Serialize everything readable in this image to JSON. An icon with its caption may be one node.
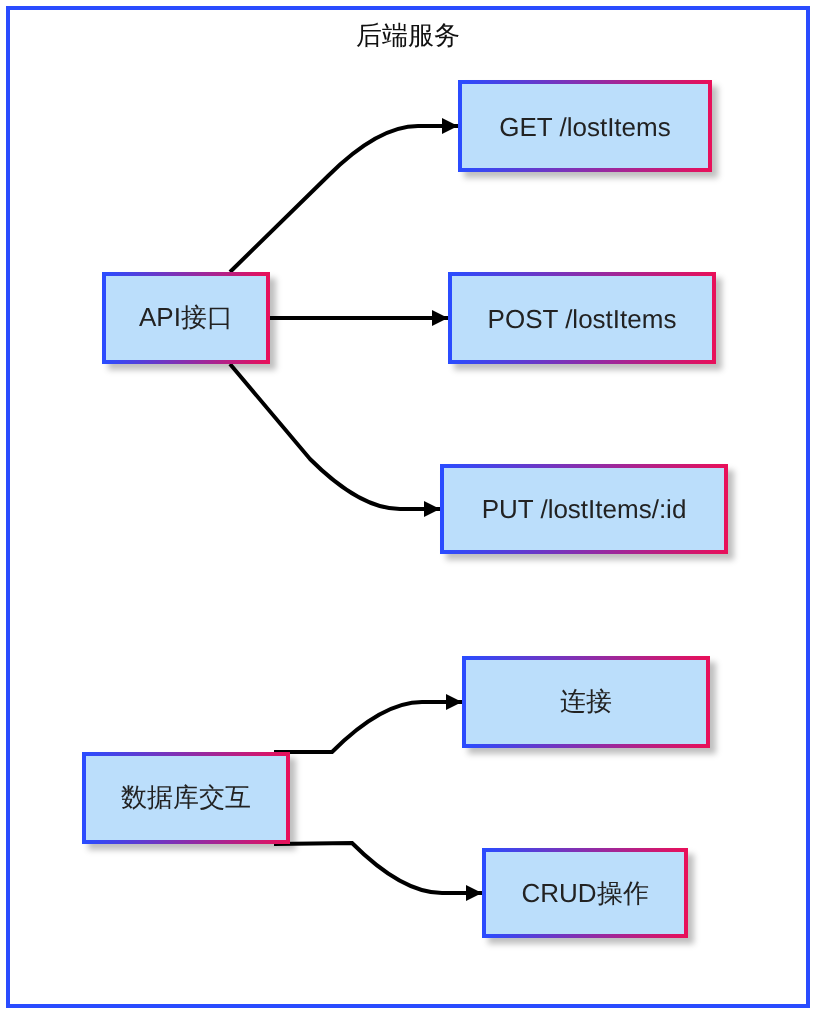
{
  "diagram": {
    "nodes": [
      {
        "text": [
          "后端服务"
        ]
      },
      {
        "text": [
          "API接口"
        ],
        "in": 0
      },
      {
        "text": [
          "GET /lostItems"
        ],
        "in": 0
      },
      {
        "text": [
          "POST /lostItems"
        ],
        "in": 0
      },
      {
        "text": [
          "PUT /lostItems/:id"
        ],
        "in": 0
      },
      {
        "text": [
          "数据库交互"
        ],
        "in": 0
      },
      {
        "text": [
          "连接"
        ],
        "in": 0
      },
      {
        "text": [
          "CRUD操作"
        ],
        "in": 0
      }
    ],
    "edges": [
      {
        "from": 1,
        "to": 2,
        "arrow": "to"
      },
      {
        "from": 1,
        "to": 3,
        "arrow": "to"
      },
      {
        "from": 1,
        "to": 4,
        "arrow": "to"
      },
      {
        "from": 5,
        "to": 6,
        "arrow": "to"
      },
      {
        "from": 5,
        "to": 7,
        "arrow": "to"
      }
    ]
  }
}
